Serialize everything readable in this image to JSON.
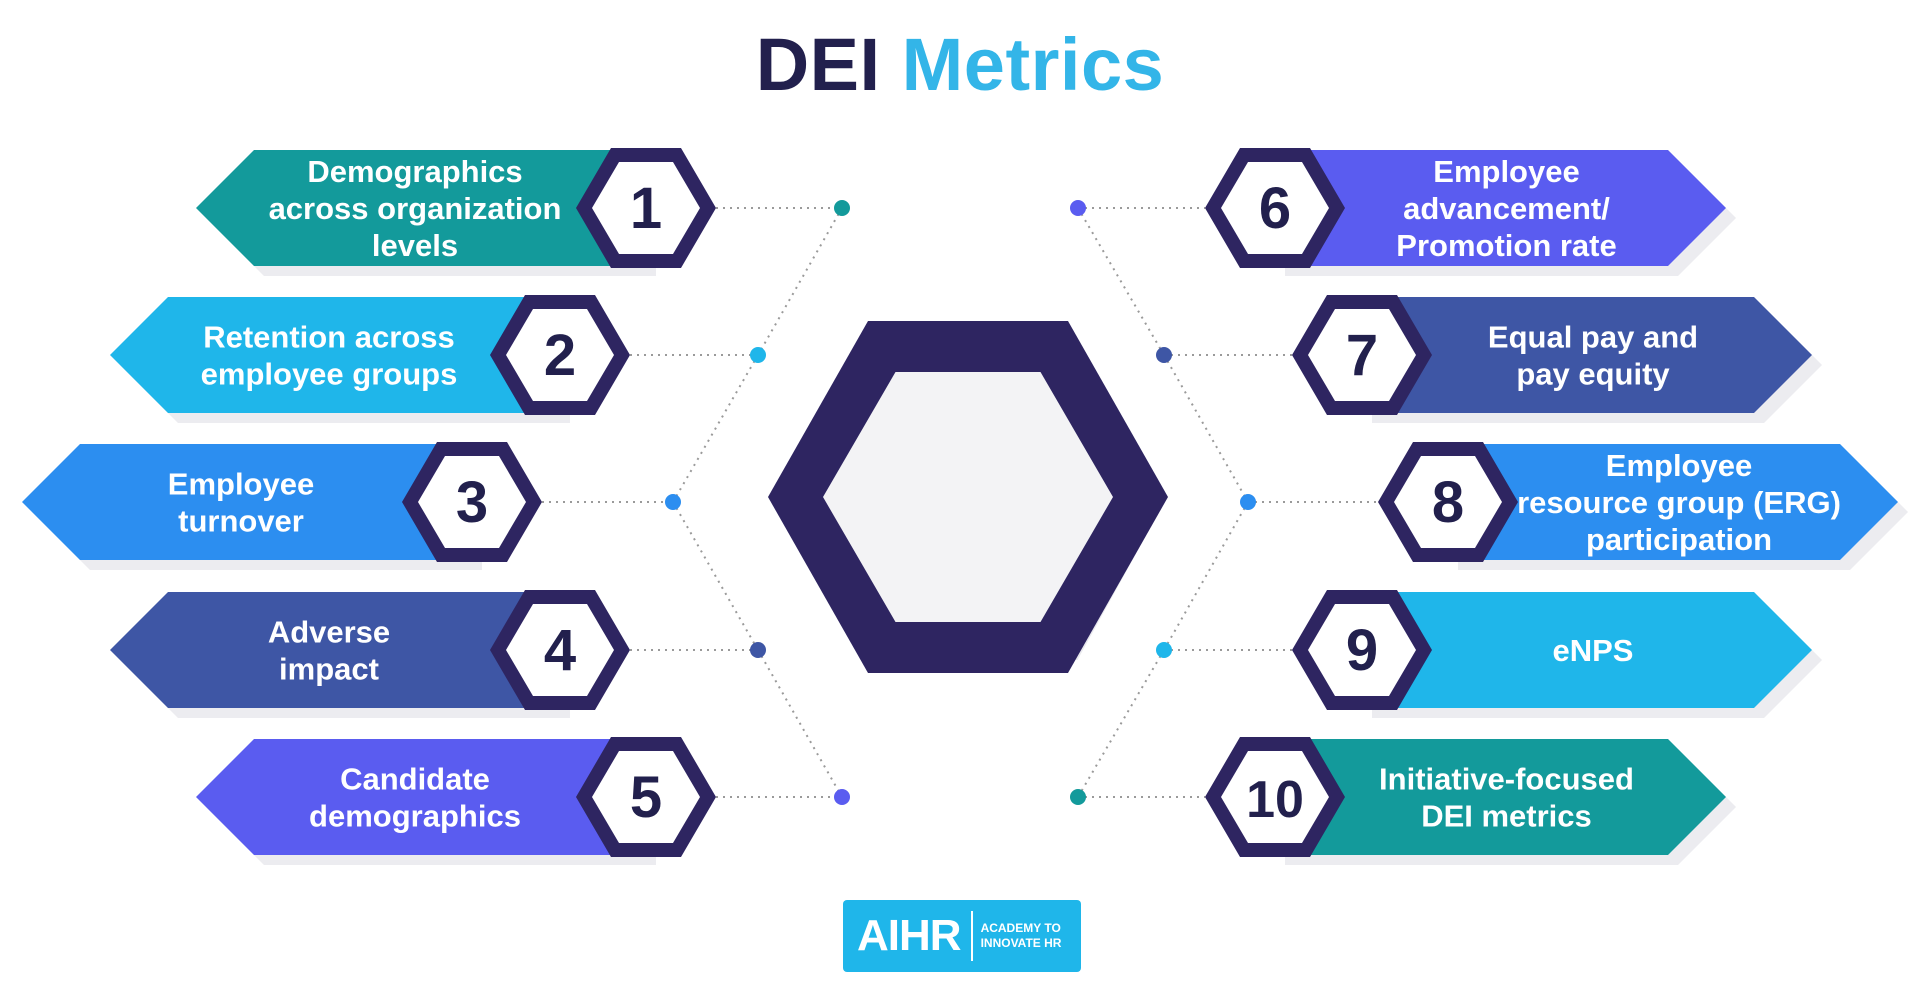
{
  "title": {
    "part1": "DEI",
    "part2": "Metrics"
  },
  "colors": {
    "title_dark": "#22204d",
    "title_accent": "#33b5e8",
    "hex_border": "#2e2561",
    "connector": "#9a9a9a",
    "logo_bg": "#1fb6ea"
  },
  "center": {
    "icon": "hexagon-outline-icon"
  },
  "metrics": [
    {
      "number": "1",
      "lines": [
        "Demographics",
        "across organization",
        "levels"
      ],
      "color": "#139a9b",
      "side": "left"
    },
    {
      "number": "2",
      "lines": [
        "Retention across",
        "employee groups"
      ],
      "color": "#1fb6ea",
      "side": "left"
    },
    {
      "number": "3",
      "lines": [
        "Employee",
        "turnover"
      ],
      "color": "#2c8ef0",
      "side": "left"
    },
    {
      "number": "4",
      "lines": [
        "Adverse",
        "impact"
      ],
      "color": "#3e56a5",
      "side": "left"
    },
    {
      "number": "5",
      "lines": [
        "Candidate",
        "demographics"
      ],
      "color": "#5a5cf0",
      "side": "left"
    },
    {
      "number": "6",
      "lines": [
        "Employee",
        "advancement/",
        "Promotion rate"
      ],
      "color": "#5a5cf0",
      "side": "right"
    },
    {
      "number": "7",
      "lines": [
        "Equal pay and",
        "pay equity"
      ],
      "color": "#3e56a5",
      "side": "right"
    },
    {
      "number": "8",
      "lines": [
        "Employee",
        "resource group (ERG)",
        "participation"
      ],
      "color": "#2c8ef0",
      "side": "right"
    },
    {
      "number": "9",
      "lines": [
        "eNPS"
      ],
      "color": "#1fb6ea",
      "side": "right"
    },
    {
      "number": "10",
      "lines": [
        "Initiative-focused",
        "DEI metrics"
      ],
      "color": "#139a9b",
      "side": "right"
    }
  ],
  "logo": {
    "brand": "AIHR",
    "tagline_1": "ACADEMY TO",
    "tagline_2": "INNOVATE HR"
  }
}
